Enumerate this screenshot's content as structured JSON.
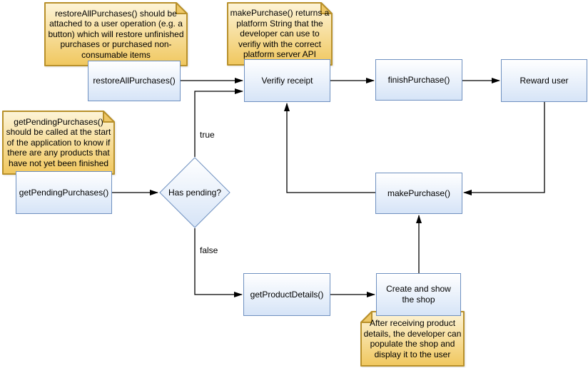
{
  "diagram": {
    "colors": {
      "note_fill_top": "#fdf4d8",
      "note_fill_bottom": "#f0c75e",
      "note_fold": "#eec766",
      "note_border": "#b8902a",
      "node_fill_top": "#ffffff",
      "node_fill_bottom": "#d6e4f7",
      "node_border": "#6e90c0",
      "arrow": "#000000"
    },
    "notes": {
      "restore": {
        "text": "restoreAllPurchases() should be attached to a user operation (e.g. a button) which will restore unfinished purchases or purchased non-consumable items"
      },
      "make_purchase": {
        "text": "makePurchase() returns a platform String that the developer can use to verifiy with the correct platform server API"
      },
      "get_pending": {
        "text": "getPendingPurchases() should be called at the start of the application to know if there are any products that have not yet been finished"
      },
      "shop": {
        "text": "After receiving product details, the developer can populate the shop and display it to the user"
      }
    },
    "nodes": {
      "restore_all_purchases": {
        "label": "restoreAllPurchases()"
      },
      "verify_receipt": {
        "label": "Verifiy receipt"
      },
      "finish_purchase": {
        "label": "finishPurchase()"
      },
      "reward_user": {
        "label": "Reward user"
      },
      "get_pending_purchases": {
        "label": "getPendingPurchases()"
      },
      "has_pending": {
        "label": "Has pending?"
      },
      "make_purchase": {
        "label": "makePurchase()"
      },
      "get_product_details": {
        "label": "getProductDetails()"
      },
      "create_show_shop": {
        "label": "Create and show the shop"
      }
    },
    "edge_labels": {
      "true_label": "true",
      "false_label": "false"
    }
  }
}
